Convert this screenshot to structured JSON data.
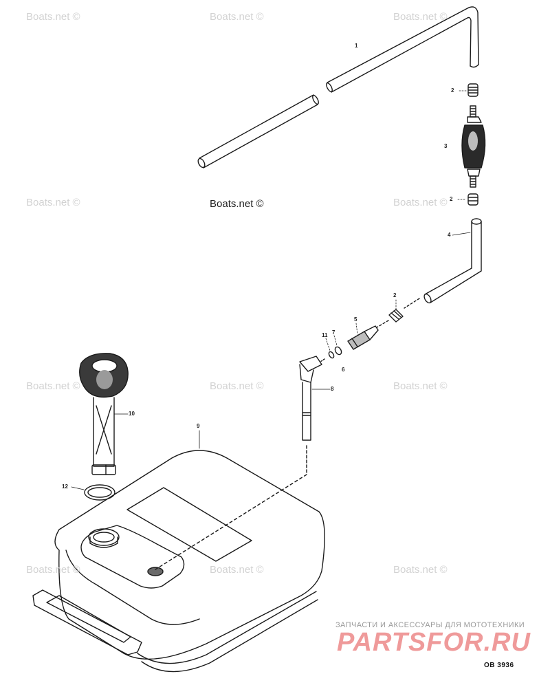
{
  "watermarks": {
    "text": "Boats.net ©"
  },
  "callouts": {
    "c1": "1",
    "c2a": "2",
    "c3": "3",
    "c2b": "2",
    "c4": "4",
    "c2c": "2",
    "c5": "5",
    "c11": "11",
    "c7": "7",
    "c6": "6",
    "c8": "8",
    "c9": "9",
    "c10": "10",
    "c12": "12"
  },
  "part_number": "OB 3936",
  "brand": {
    "tagline": "ЗАПЧАСТИ И АКСЕССУАРЫ ДЛЯ МОТОТЕХНИКИ",
    "logo": "PARTSFOR.RU"
  },
  "colors": {
    "line": "#1a1a1a",
    "watermark": "#d2d2d2",
    "brand_logo": "#ef9a9a"
  }
}
